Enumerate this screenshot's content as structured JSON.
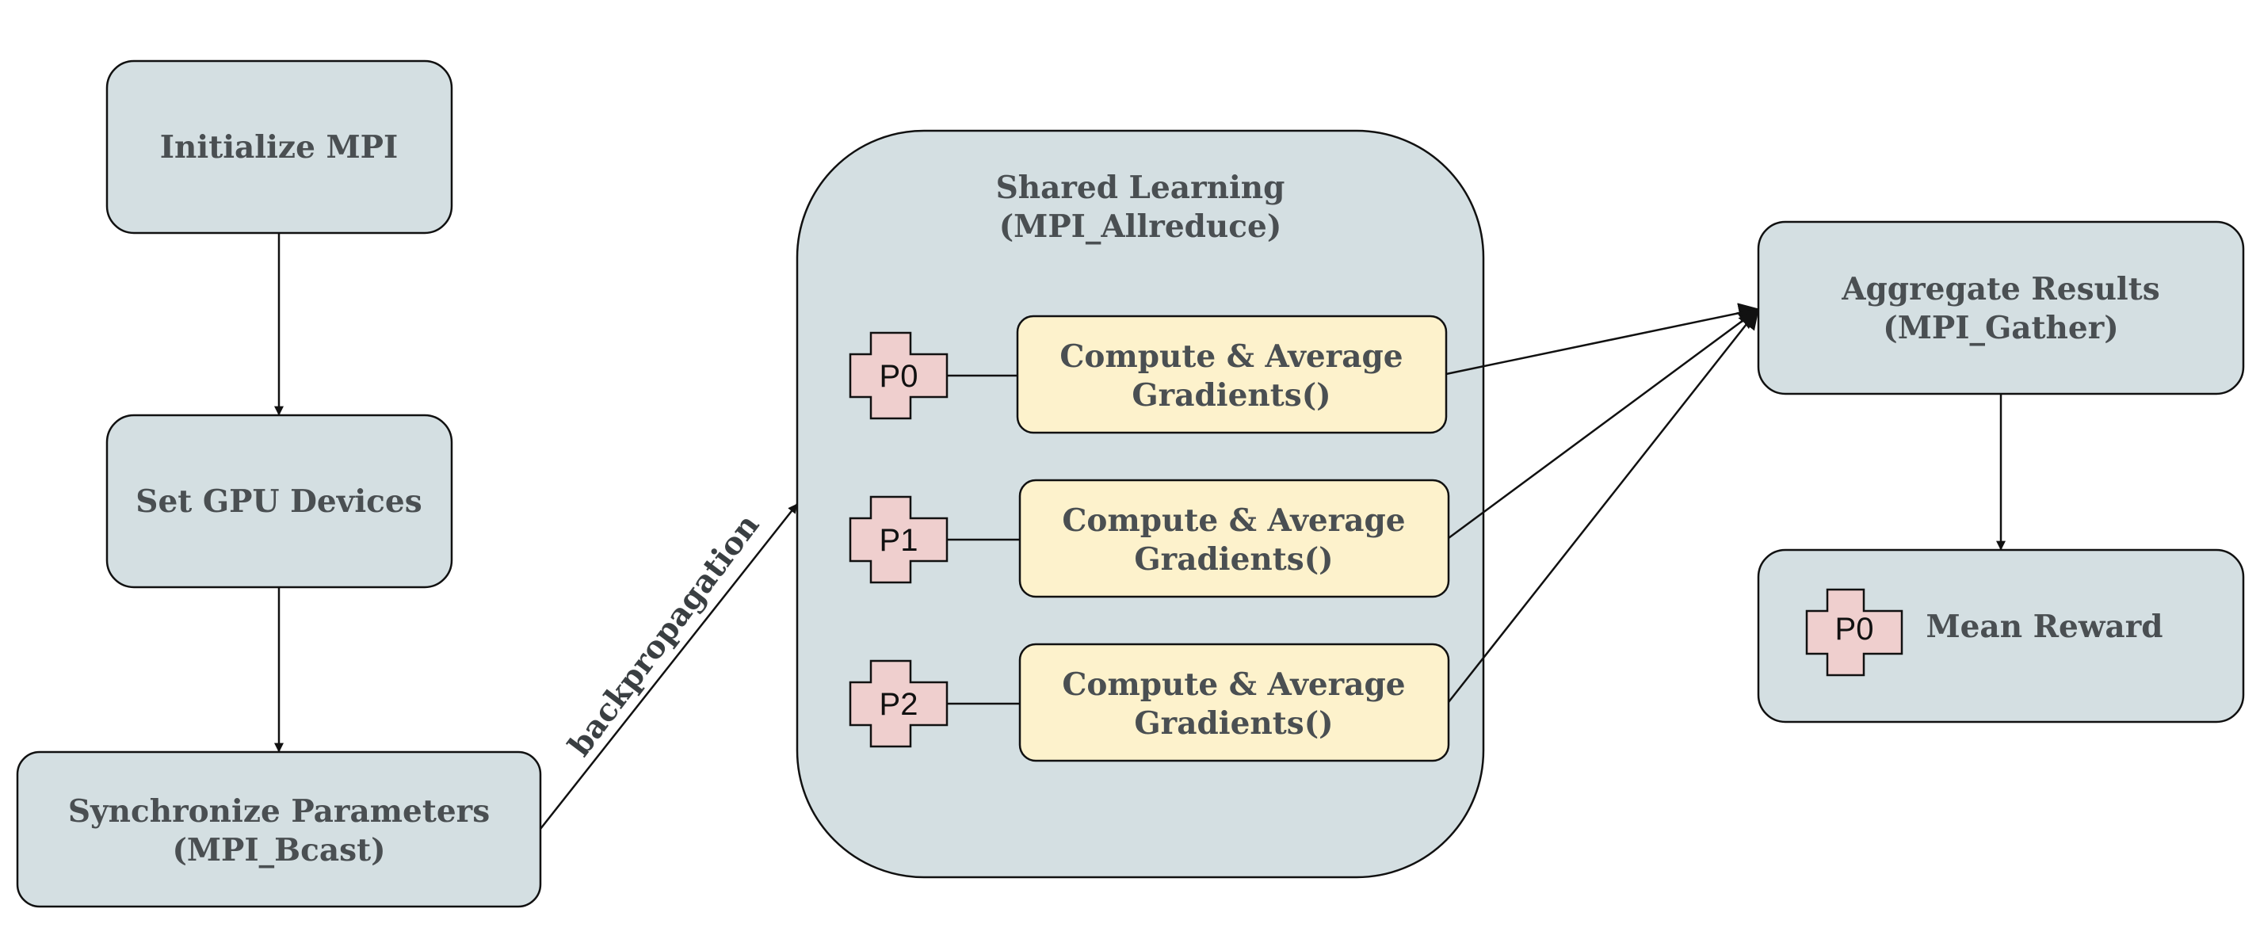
{
  "colors": {
    "node_fill": "#d4dfe2",
    "task_fill": "#fdf2cc",
    "process_fill": "#efcfce",
    "stroke": "#111111",
    "text": "#4a4f52"
  },
  "nodes": {
    "init": {
      "label": "Initialize MPI"
    },
    "gpu": {
      "label": "Set GPU Devices"
    },
    "sync": {
      "line1": "Synchronize Parameters",
      "line2": "(MPI_Bcast)"
    },
    "shared": {
      "line1": "Shared Learning",
      "line2": "(MPI_Allreduce)"
    },
    "tasks": [
      {
        "process": "P0",
        "line1": "Compute & Average",
        "line2": "Gradients()"
      },
      {
        "process": "P1",
        "line1": "Compute & Average",
        "line2": "Gradients()"
      },
      {
        "process": "P2",
        "line1": "Compute & Average",
        "line2": "Gradients()"
      }
    ],
    "aggregate": {
      "line1": "Aggregate Results",
      "line2": "(MPI_Gather)"
    },
    "mean": {
      "process": "P0",
      "label": "Mean Reward"
    }
  },
  "edges": {
    "backprop_label": "backpropagation"
  }
}
